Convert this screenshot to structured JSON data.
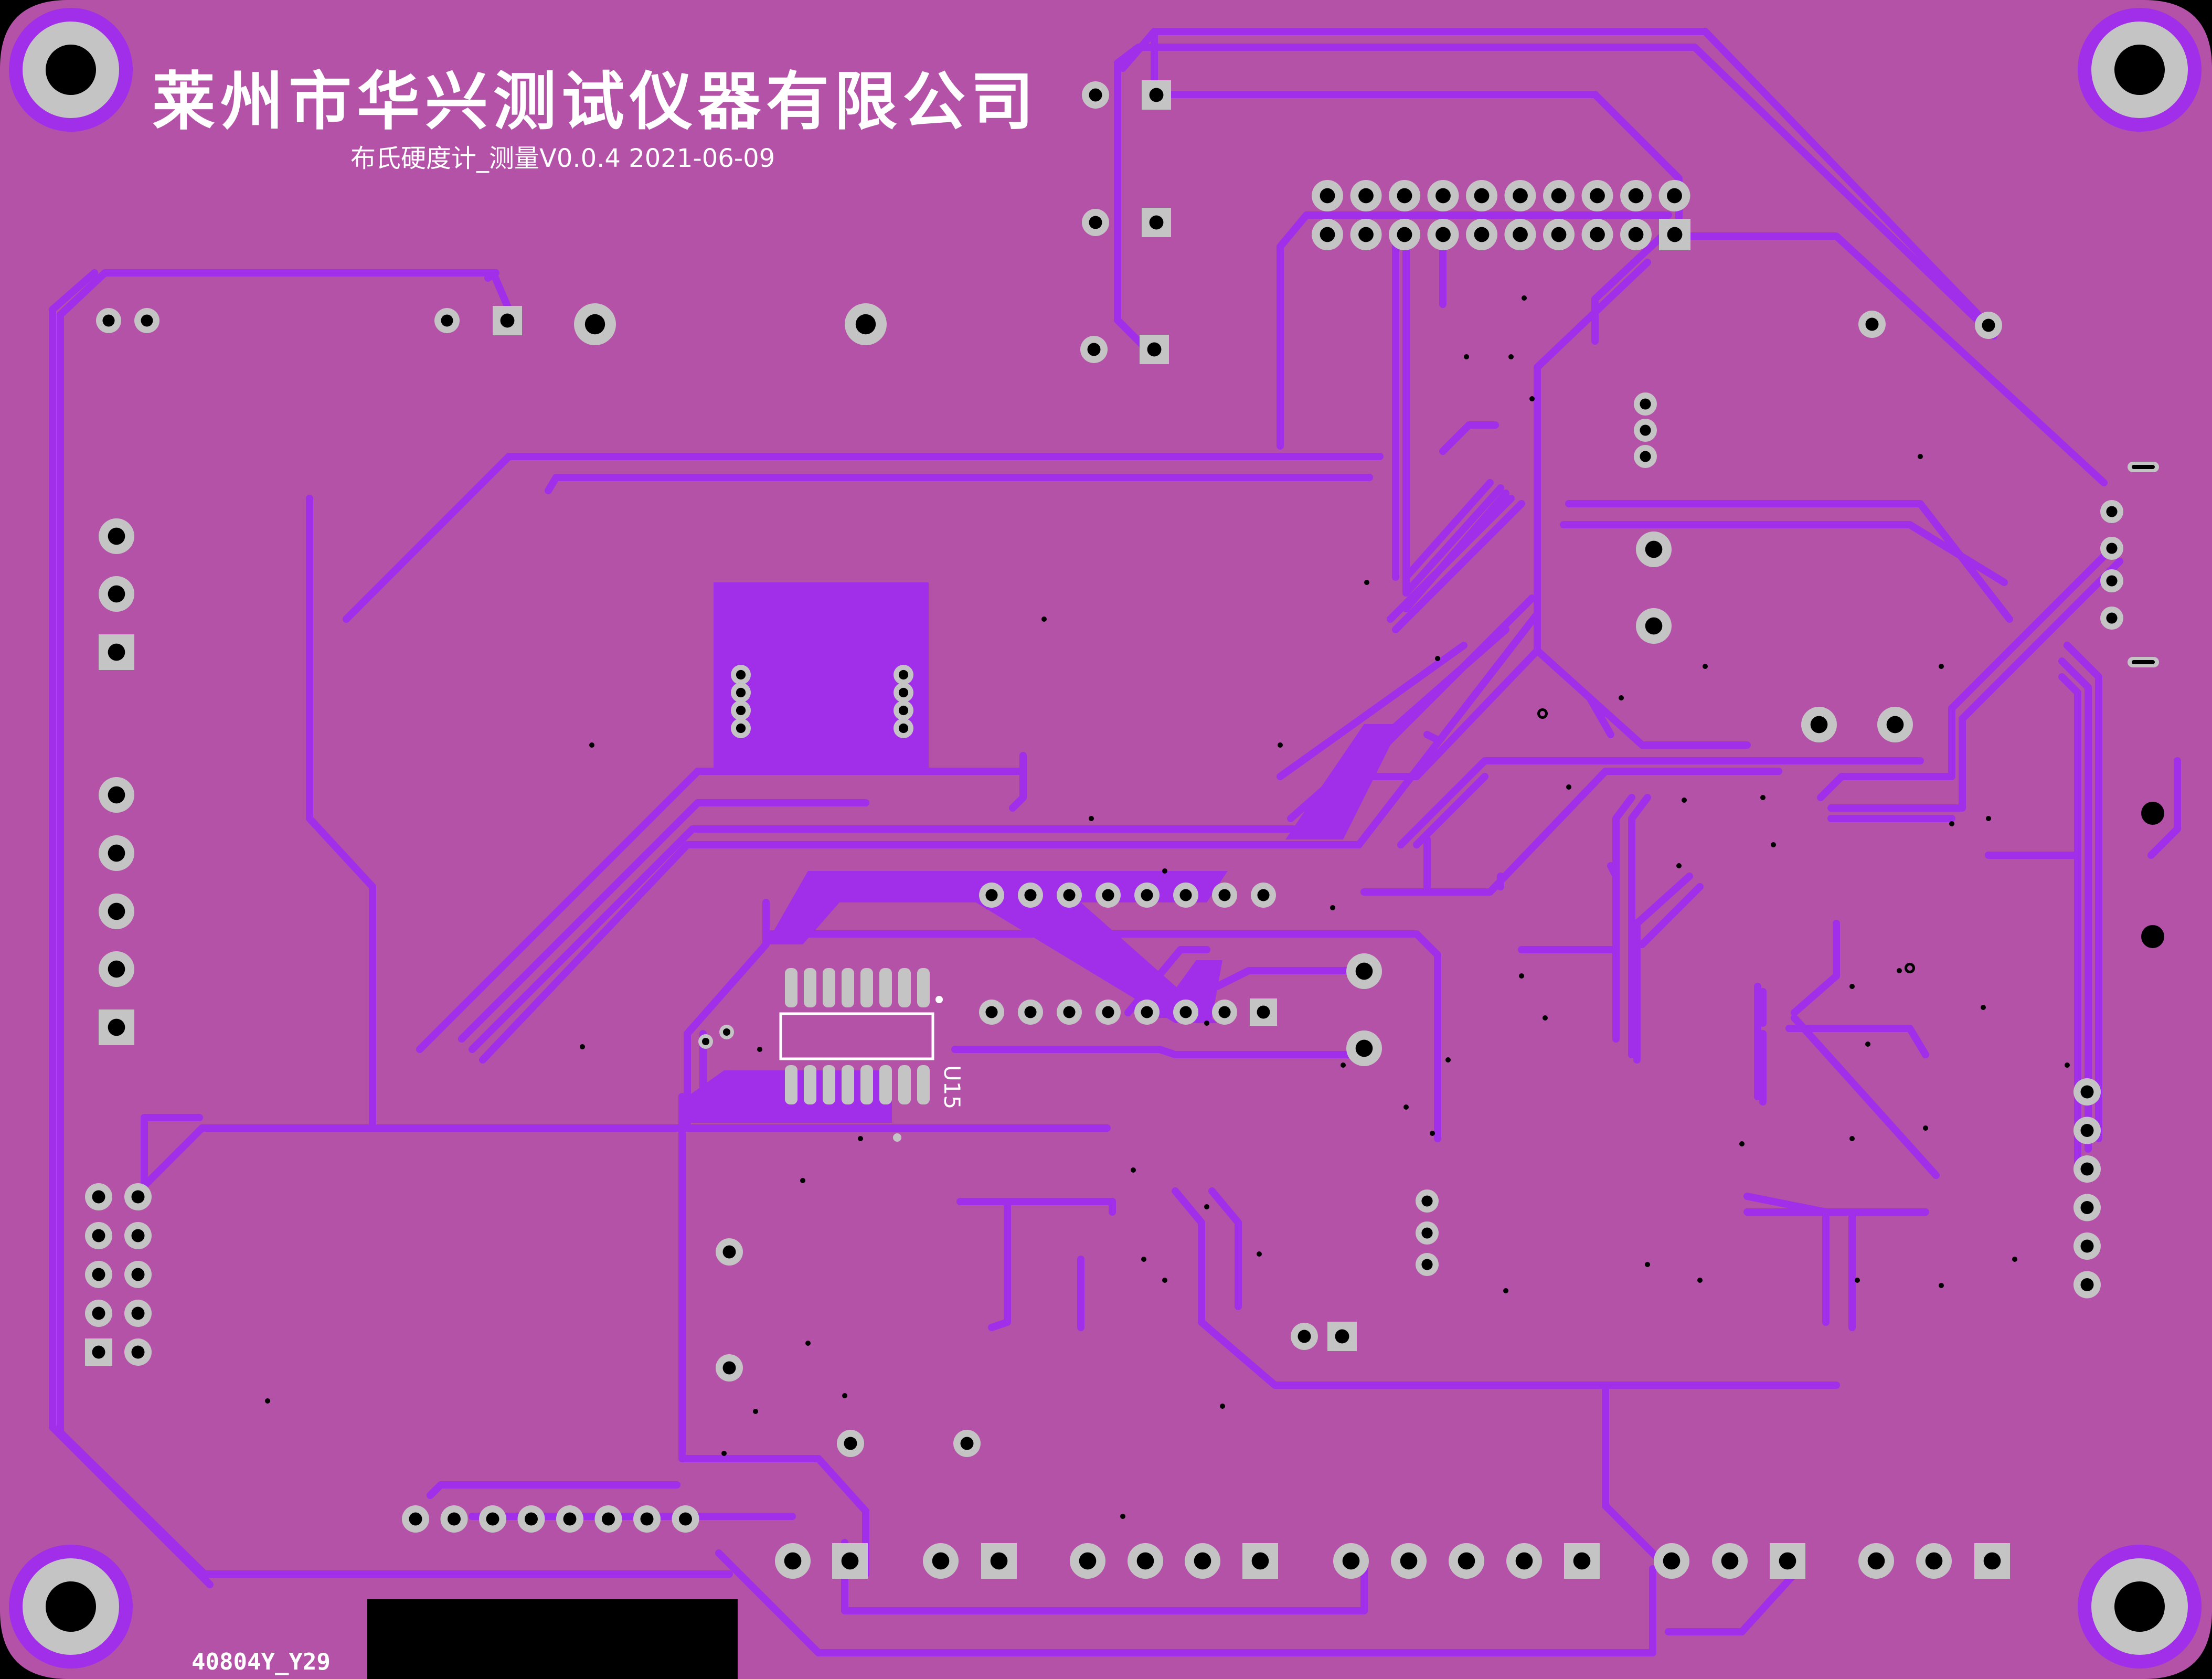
{
  "board": {
    "company_name": "莱州市华兴测试仪器有限公司",
    "subtitle": "布氏硬度计_测量V0.0.4 2021-06-09",
    "ref_designator": "U15",
    "board_id": "40804Y_Y29"
  },
  "colors": {
    "background": "#000000",
    "board": "#b452a8",
    "trace": "#a12ee8",
    "pad_ring": "#c4c4c4",
    "drill": "#000000",
    "silkscreen": "#ffffff"
  }
}
